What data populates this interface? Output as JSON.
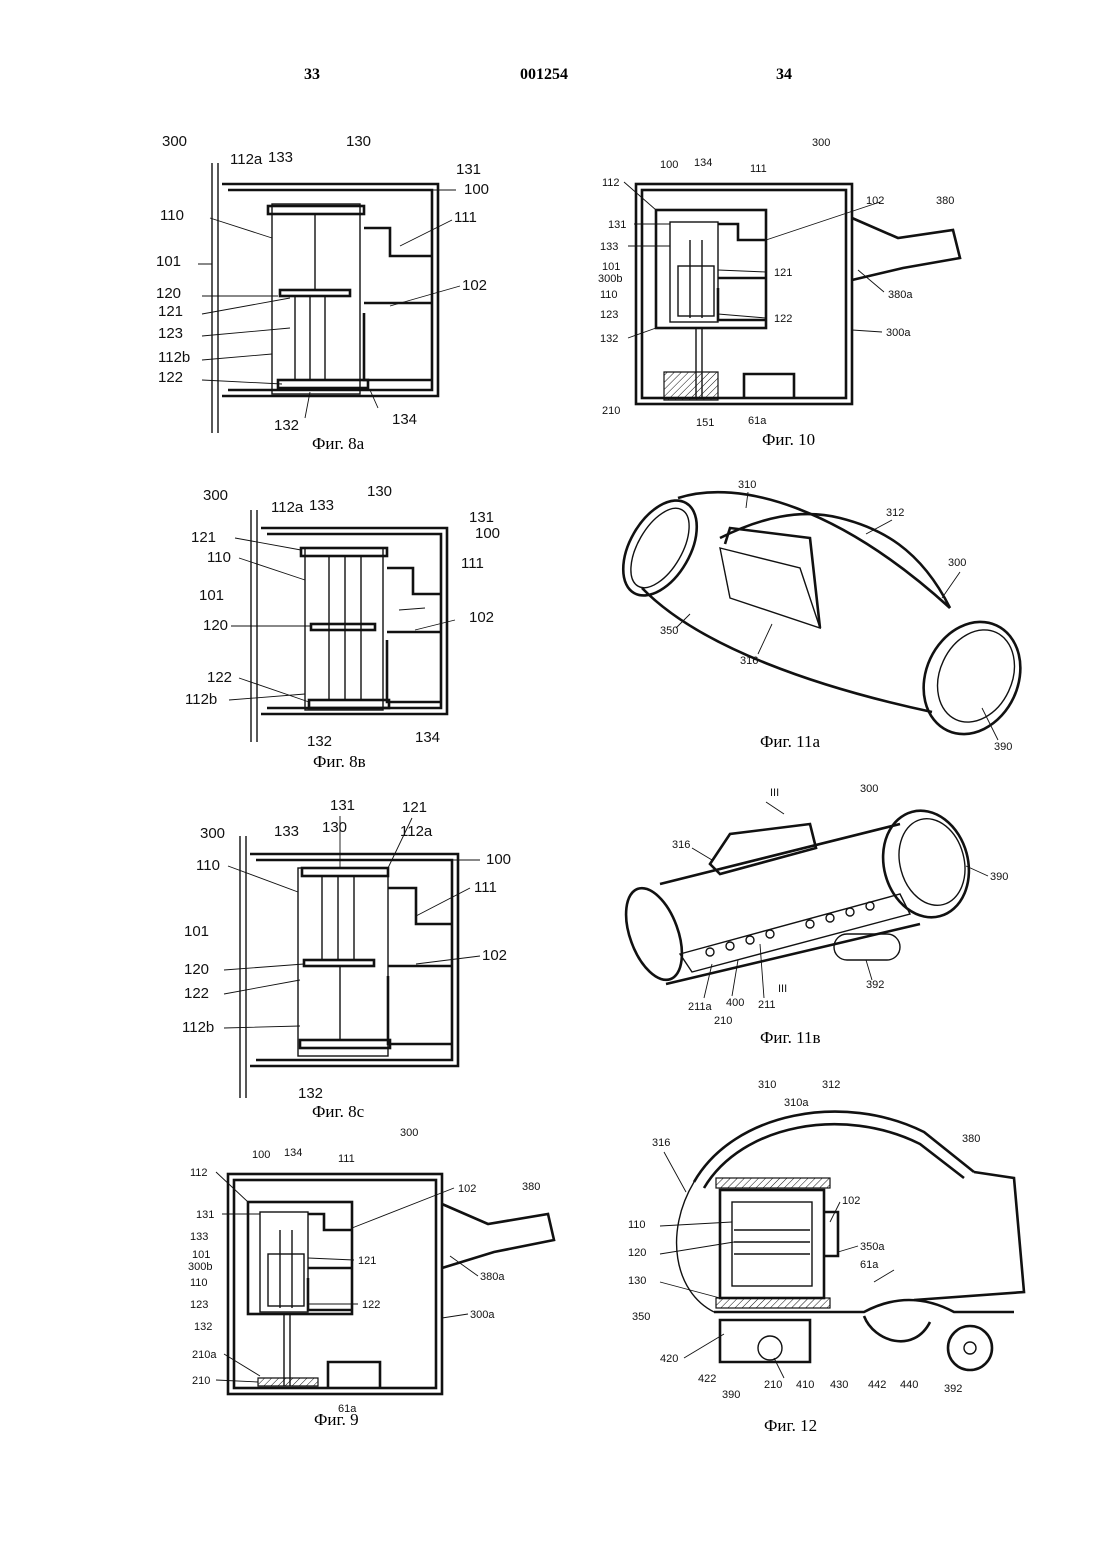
{
  "header": {
    "left_page": "33",
    "doc_number": "001254",
    "right_page": "34"
  },
  "figures": {
    "fig8a": {
      "caption": "Фиг. 8а",
      "labels": [
        "300",
        "112a",
        "133",
        "130",
        "131",
        "100",
        "110",
        "111",
        "101",
        "120",
        "102",
        "121",
        "123",
        "112b",
        "122",
        "132",
        "134"
      ]
    },
    "fig8b": {
      "caption": "Фиг. 8в",
      "labels": [
        "300",
        "112a",
        "133",
        "130",
        "131",
        "100",
        "121",
        "110",
        "111",
        "101",
        "102",
        "120",
        "122",
        "112b",
        "132",
        "134"
      ]
    },
    "fig8c": {
      "caption": "Фиг. 8с",
      "labels": [
        "131",
        "121",
        "300",
        "133",
        "130",
        "112a",
        "100",
        "110",
        "111",
        "101",
        "102",
        "120",
        "122",
        "112b",
        "132"
      ]
    },
    "fig9": {
      "caption": "Фиг. 9",
      "labels": [
        "300",
        "112",
        "100",
        "134",
        "111",
        "102",
        "380",
        "131",
        "133",
        "101",
        "300b",
        "110",
        "121",
        "123",
        "122",
        "380a",
        "132",
        "300a",
        "210a",
        "210",
        "61a"
      ]
    },
    "fig10": {
      "caption": "Фиг. 10",
      "labels": [
        "300",
        "100",
        "134",
        "112",
        "111",
        "102",
        "380",
        "131",
        "133",
        "101",
        "300b",
        "121",
        "110",
        "380a",
        "123",
        "122",
        "132",
        "300a",
        "210",
        "151",
        "61a"
      ]
    },
    "fig11a": {
      "caption": "Фиг. 11a",
      "labels": [
        "310",
        "312",
        "300",
        "316",
        "350",
        "390"
      ]
    },
    "fig11b": {
      "caption": "Фиг. 11в",
      "labels": [
        "III",
        "300",
        "316",
        "390",
        "211a",
        "210",
        "400",
        "211",
        "III",
        "392"
      ]
    },
    "fig12": {
      "caption": "Фиг. 12",
      "labels": [
        "310",
        "312",
        "310a",
        "316",
        "380",
        "102",
        "110",
        "350a",
        "120",
        "61a",
        "130",
        "350",
        "420",
        "422",
        "210",
        "410",
        "430",
        "442",
        "440",
        "390",
        "392"
      ]
    }
  }
}
